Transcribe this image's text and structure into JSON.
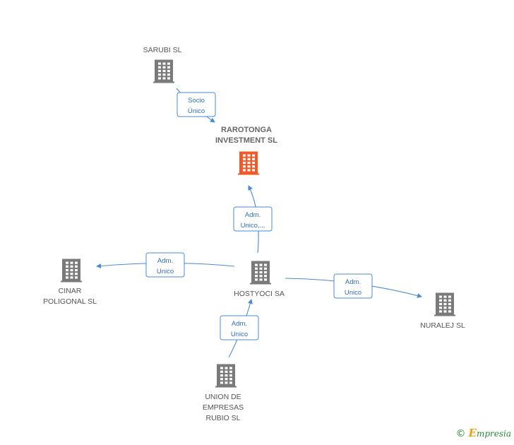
{
  "colors": {
    "node": "#7a7a7a",
    "focus_node": "#f05a28",
    "edge": "#4a8ad4",
    "edge_text": "#2f6fb8"
  },
  "nodes": [
    {
      "id": "sarubi",
      "lines": [
        "SARUBI  SL"
      ],
      "icon": "building-icon"
    },
    {
      "id": "rarotonga",
      "lines": [
        "RAROTONGA",
        "INVESTMENT SL"
      ],
      "icon": "building-icon",
      "focus": true
    },
    {
      "id": "hostyoci",
      "lines": [
        "HOSTYOCI SA"
      ],
      "icon": "building-icon"
    },
    {
      "id": "cinar",
      "lines": [
        "CINAR",
        "POLIGONAL SL"
      ],
      "icon": "building-icon"
    },
    {
      "id": "nuralej",
      "lines": [
        "NURALEJ SL"
      ],
      "icon": "building-icon"
    },
    {
      "id": "union",
      "lines": [
        "UNION DE",
        "EMPRESAS",
        "RUBIO SL"
      ],
      "icon": "building-icon"
    }
  ],
  "edges": [
    {
      "id": "sarubi-rarotonga",
      "from": "sarubi",
      "to": "rarotonga",
      "lines": [
        "Socio",
        "Único"
      ]
    },
    {
      "id": "hostyoci-rarotonga",
      "from": "hostyoci",
      "to": "rarotonga",
      "lines": [
        "Adm.",
        "Unico,..."
      ]
    },
    {
      "id": "hostyoci-cinar",
      "from": "hostyoci",
      "to": "cinar",
      "lines": [
        "Adm.",
        "Unico"
      ]
    },
    {
      "id": "hostyoci-nuralej",
      "from": "hostyoci",
      "to": "nuralej",
      "lines": [
        "Adm.",
        "Unico"
      ]
    },
    {
      "id": "union-hostyoci",
      "from": "union",
      "to": "hostyoci",
      "lines": [
        "Adm.",
        "Unico"
      ]
    }
  ],
  "brand": {
    "copyright": "©",
    "initial": "E",
    "rest": "mpresia"
  }
}
